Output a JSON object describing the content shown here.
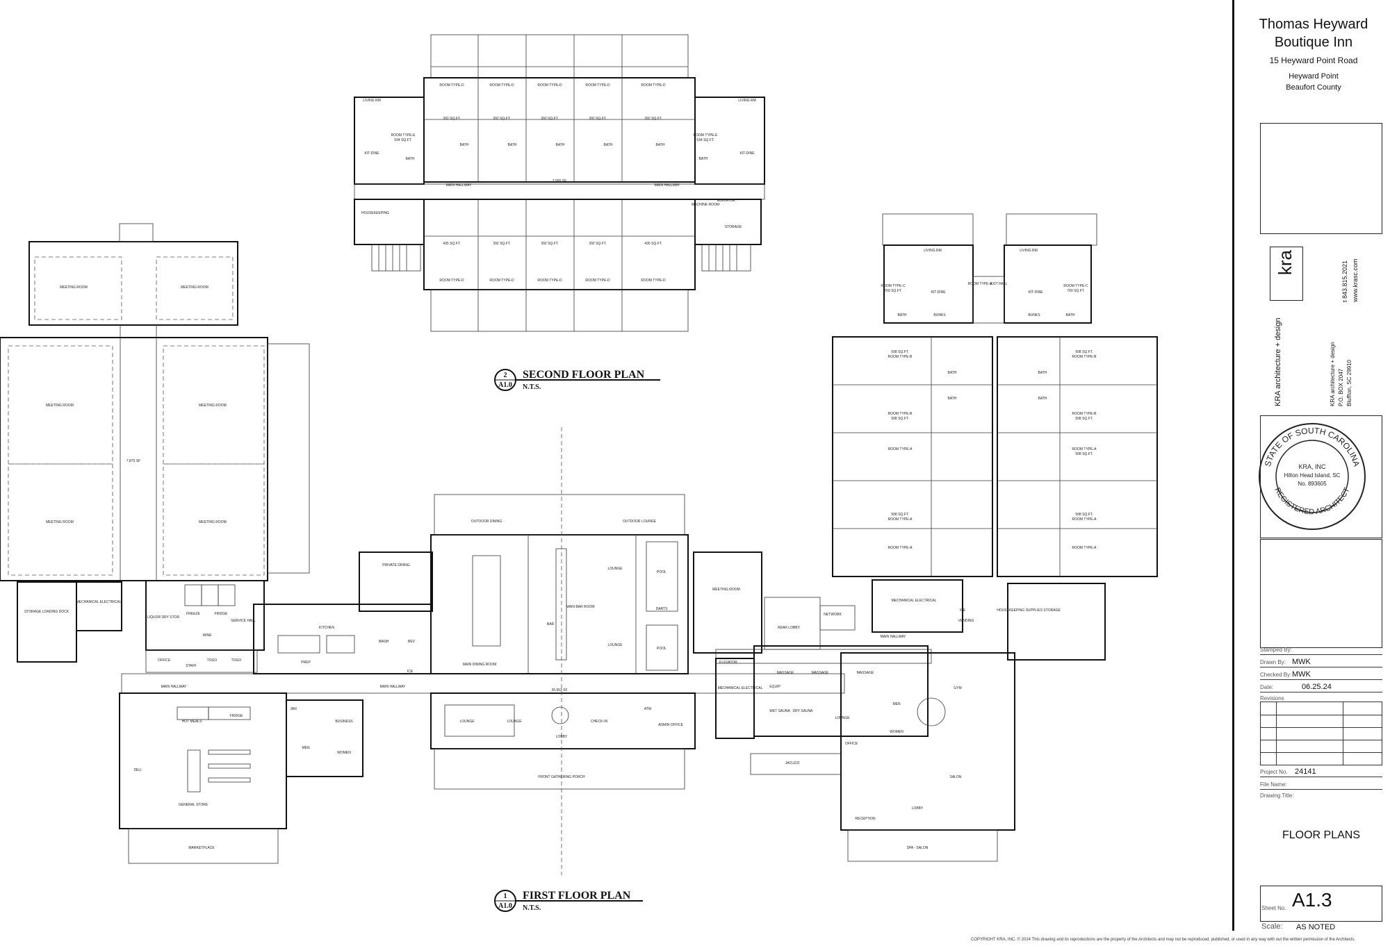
{
  "plan_titles": {
    "second_floor": {
      "number": "2",
      "sheet": "A1.0",
      "title": "SECOND FLOOR PLAN",
      "scale": "N.T.S."
    },
    "first_floor": {
      "number": "1",
      "sheet": "A1.0",
      "title": "FIRST FLOOR PLAN",
      "scale": "N.T.S."
    }
  },
  "room_labels": {
    "meeting_room": "MEETING ROOM",
    "storage_loading": "STORAGE LOADING DOCK",
    "mech_elec": "MECHANICAL ELECTRICAL",
    "liquor": "LIQUOR DRY STOR",
    "freeze": "FREEZE",
    "fridge": "FRIDGE",
    "service_hall": "SERVICE HALL",
    "wine": "WINE",
    "office": "OFFICE",
    "staff": "STAFF",
    "togo": "TOGO",
    "main_hallway": "MAIN HALLWAY",
    "hot_meals": "HOT MEALS",
    "deli": "DELI",
    "general_store": "GENERAL STORE",
    "marketplace": "MARKETPLACE",
    "business": "BUSINESS",
    "men": "MEN",
    "women": "WOMEN",
    "jan": "JAN",
    "private_dining": "PRIVATE DINING",
    "kitchen": "KITCHEN",
    "prep": "PREP",
    "wash": "WASH",
    "bev": "BEV",
    "ice": "ICE",
    "main_dining": "MAIN DINING ROOM",
    "outdoor_dining": "OUTDOOR DINING",
    "outdoor_lounge": "OUTDOOR LOUNGE",
    "main_bar": "MAIN BAR ROOM",
    "bar": "BAR",
    "lounge": "LOUNGE",
    "pool": "POOL",
    "darts": "DARTS",
    "lobby": "LOBBY",
    "check_in": "CHECK-IN",
    "front_porch": "FRONT GATHERING PORCH",
    "atm": "ATM",
    "admin_office": "ADMIN OFFICE",
    "rear_lobby": "REAR LOBBY",
    "network": "NETWORK",
    "elevator": "ELEVATOR",
    "massage": "MASSAGE",
    "equip": "EQUIP",
    "wet_sauna": "WET SAUNA",
    "dry_sauna": "DRY SAUNA",
    "jacuzzi": "JACUZZI",
    "gym": "GYM",
    "salon": "SALON",
    "reception": "RECEPTION",
    "spa_salon": "SPA - SALON",
    "vending": "VENDING",
    "housekeeping_storage": "HOUSEKEEPING SUPPLIES STORAGE",
    "housekeeping": "HOUSEKEEPING",
    "machine_room": "MACHINE ROOM",
    "storage": "STORAGE",
    "living_rm": "LIVING RM",
    "kit_dine": "KIT-DINE",
    "bath": "BATH",
    "bunks": "BUNKS",
    "exit_hall": "EXIT HALL",
    "room_d": "ROOM TYPE-D",
    "room_e": "ROOM TYPE-E",
    "room_c": "ROOM TYPE-C",
    "room_a": "ROOM TYPE-A",
    "room_b": "ROOM TYPE-B",
    "sf_392": "392 SQ.FT.",
    "sf_435": "435 SQ.FT.",
    "sf_534": "534 SQ.FT.",
    "sf_769": "769 SQ.FT.",
    "sf_508": "508 SQ.FT.",
    "area_7585": "7,585 SF",
    "area_7875": "7,875 SF",
    "area_26953": "26,953 SF"
  },
  "title_block": {
    "project_line1": "Thomas Heyward",
    "project_line2": "Boutique Inn",
    "address": "15 Heyward Point Road",
    "location1": "Heyward Point",
    "location2": "Beaufort County",
    "firm_logo": "kra",
    "firm_name": "KRA architecture + design",
    "firm_contact1": "t 843.815.2021",
    "firm_contact2": "www.krasc.com",
    "firm_address1": "KRA architecture + design",
    "firm_address2": "P.O. BOX 2047",
    "firm_address3": "Bluffton, SC 29910",
    "stamp_outer": "STATE OF SOUTH CAROLINA",
    "stamp_bottom": "REGISTERED ARCHITECT",
    "stamp_line1": "KRA, INC",
    "stamp_line2": "Hilton Head Island, SC",
    "stamp_line3": "No. 893605",
    "stamped_by_label": "Stamped By:",
    "drawn_by_label": "Drawn By:",
    "drawn_by": "MWK",
    "checked_by_label": "Checked By:",
    "checked_by": "MWK",
    "date_label": "Date:",
    "date": "06.25.24",
    "revisions_label": "Revisions",
    "project_no_label": "Project No.",
    "project_no": "24141",
    "file_name_label": "File Name:",
    "drawing_title_label": "Drawing Title:",
    "drawing_title": "FLOOR PLANS",
    "sheet_no_label": "Sheet No.",
    "sheet_no": "A1.3",
    "scale_label": "Scale:",
    "scale": "AS NOTED"
  },
  "copyright": "COPYRIGHT  KRA, INC.  © 2024  This drawing and its reproductions are the property of the Architects and may not be reproduced, published, or used in any way with out the written permission of the Architects."
}
